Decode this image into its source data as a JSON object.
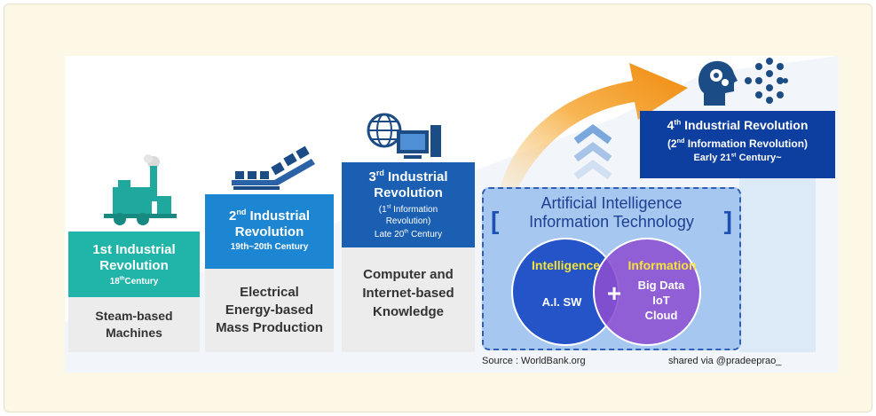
{
  "steps": [
    {
      "num": "1st",
      "title_a": "",
      "title_b": " Industrial",
      "title_c": "Revolution",
      "sub1": "",
      "era_a": "18",
      "era_sup": "th",
      "era_b": "Century",
      "desc1": "Steam-based",
      "desc2": "Machines",
      "desc3": ""
    },
    {
      "num": "2",
      "sup": "nd",
      "title_b": " Industrial",
      "title_c": "Revolution",
      "era": "19th~20th Century",
      "desc1": "Electrical",
      "desc2": "Energy-based",
      "desc3": "Mass Production"
    },
    {
      "num": "3",
      "sup": "rd",
      "title_b": " Industrial",
      "title_c": "Revolution",
      "sub_a": "(1",
      "sub_sup": "st",
      "sub_b": " Information",
      "sub_c": "Revolution)",
      "era_a": "Late 20",
      "era_sup": "th",
      "era_b": " Century",
      "desc1": "Computer and",
      "desc2": "Internet-based",
      "desc3": "Knowledge"
    },
    {
      "num": "4",
      "sup": "th",
      "title_b": " Industrial Revolution",
      "sub_a": "(2",
      "sub_sup": "nd",
      "sub_b": " Information Revolution)",
      "era_a": "Early 21",
      "era_sup": "st",
      "era_b": " Century~"
    }
  ],
  "ai_box": {
    "line1": "Artificial Intelligence",
    "line2": "Information Technology",
    "bracket_left": "[",
    "bracket_right": "]"
  },
  "venn": {
    "left_title": "Intelligence",
    "left_item": "A.I. SW",
    "plus": "+",
    "right_title": "Information",
    "right_items": [
      "Big Data",
      "IoT",
      "Cloud"
    ]
  },
  "footer": {
    "source": "Source : WorldBank.org",
    "shared": "shared via @pradeeprao_"
  },
  "colors": {
    "teal": "#21b4a9",
    "blue": "#1d86d3",
    "dark_blue": "#1a5fb2",
    "navy": "#0d3fa0",
    "purple": "#8d4fd0",
    "orange": "#f59a1c",
    "venn_blue": "#2454c8"
  },
  "icons": [
    "steam-engine-icon",
    "factory-conveyor-icon",
    "globe-computer-icon",
    "head-gear-icon",
    "neural-network-icon",
    "up-chevrons-icon",
    "curved-arrow-icon"
  ]
}
